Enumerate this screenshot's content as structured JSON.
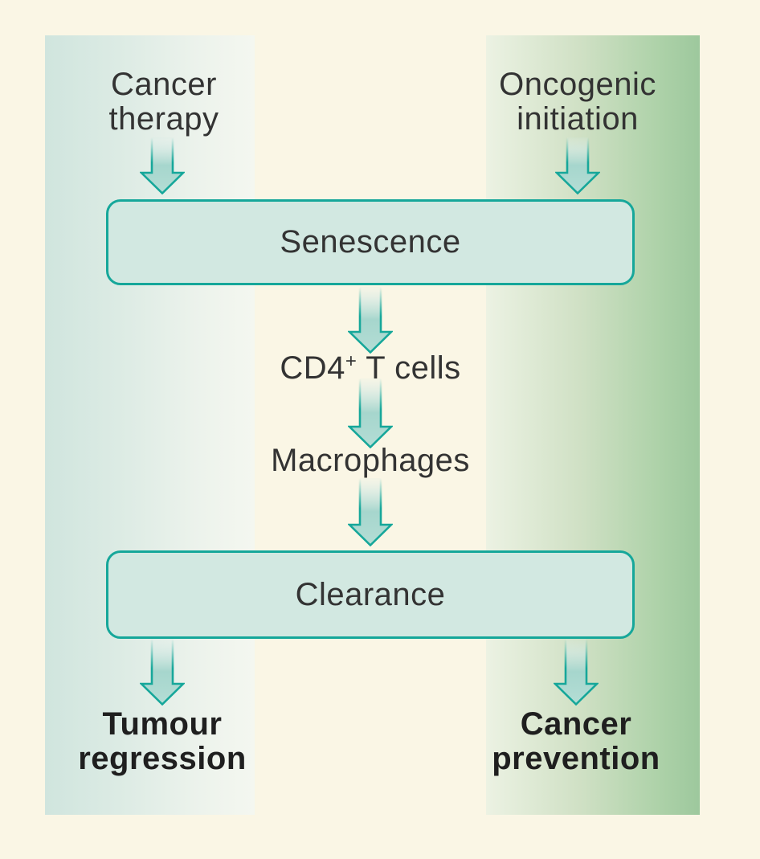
{
  "figure": {
    "type": "flow-diagram",
    "description": "Senescence pathway diagram: therapy or oncogenic initiation lead to senescence, immune clearance, and tumour regression or cancer prevention"
  },
  "colors": {
    "background": "#faf6e5",
    "teal_stroke": "#16a79a",
    "box_fill": "#d2e8e1",
    "left_band_start": "#d0e5de",
    "left_band_end": "#f4f7f0",
    "right_band_start": "#ecf2e3",
    "right_band_end": "#9dc89d",
    "label_color": "#333333",
    "bold_label_color": "#1f1f1f"
  },
  "labels": {
    "cancer_therapy": "Cancer\ntherapy",
    "oncogenic_initiation": "Oncogenic\ninitiation",
    "senescence": "Senescence",
    "cd4": {
      "prefix": "CD4",
      "sup": "+",
      "suffix": " T cells"
    },
    "macrophages": "Macrophages",
    "clearance": "Clearance",
    "tumour_regression": "Tumour\nregression",
    "cancer_prevention": "Cancer\nprevention"
  }
}
